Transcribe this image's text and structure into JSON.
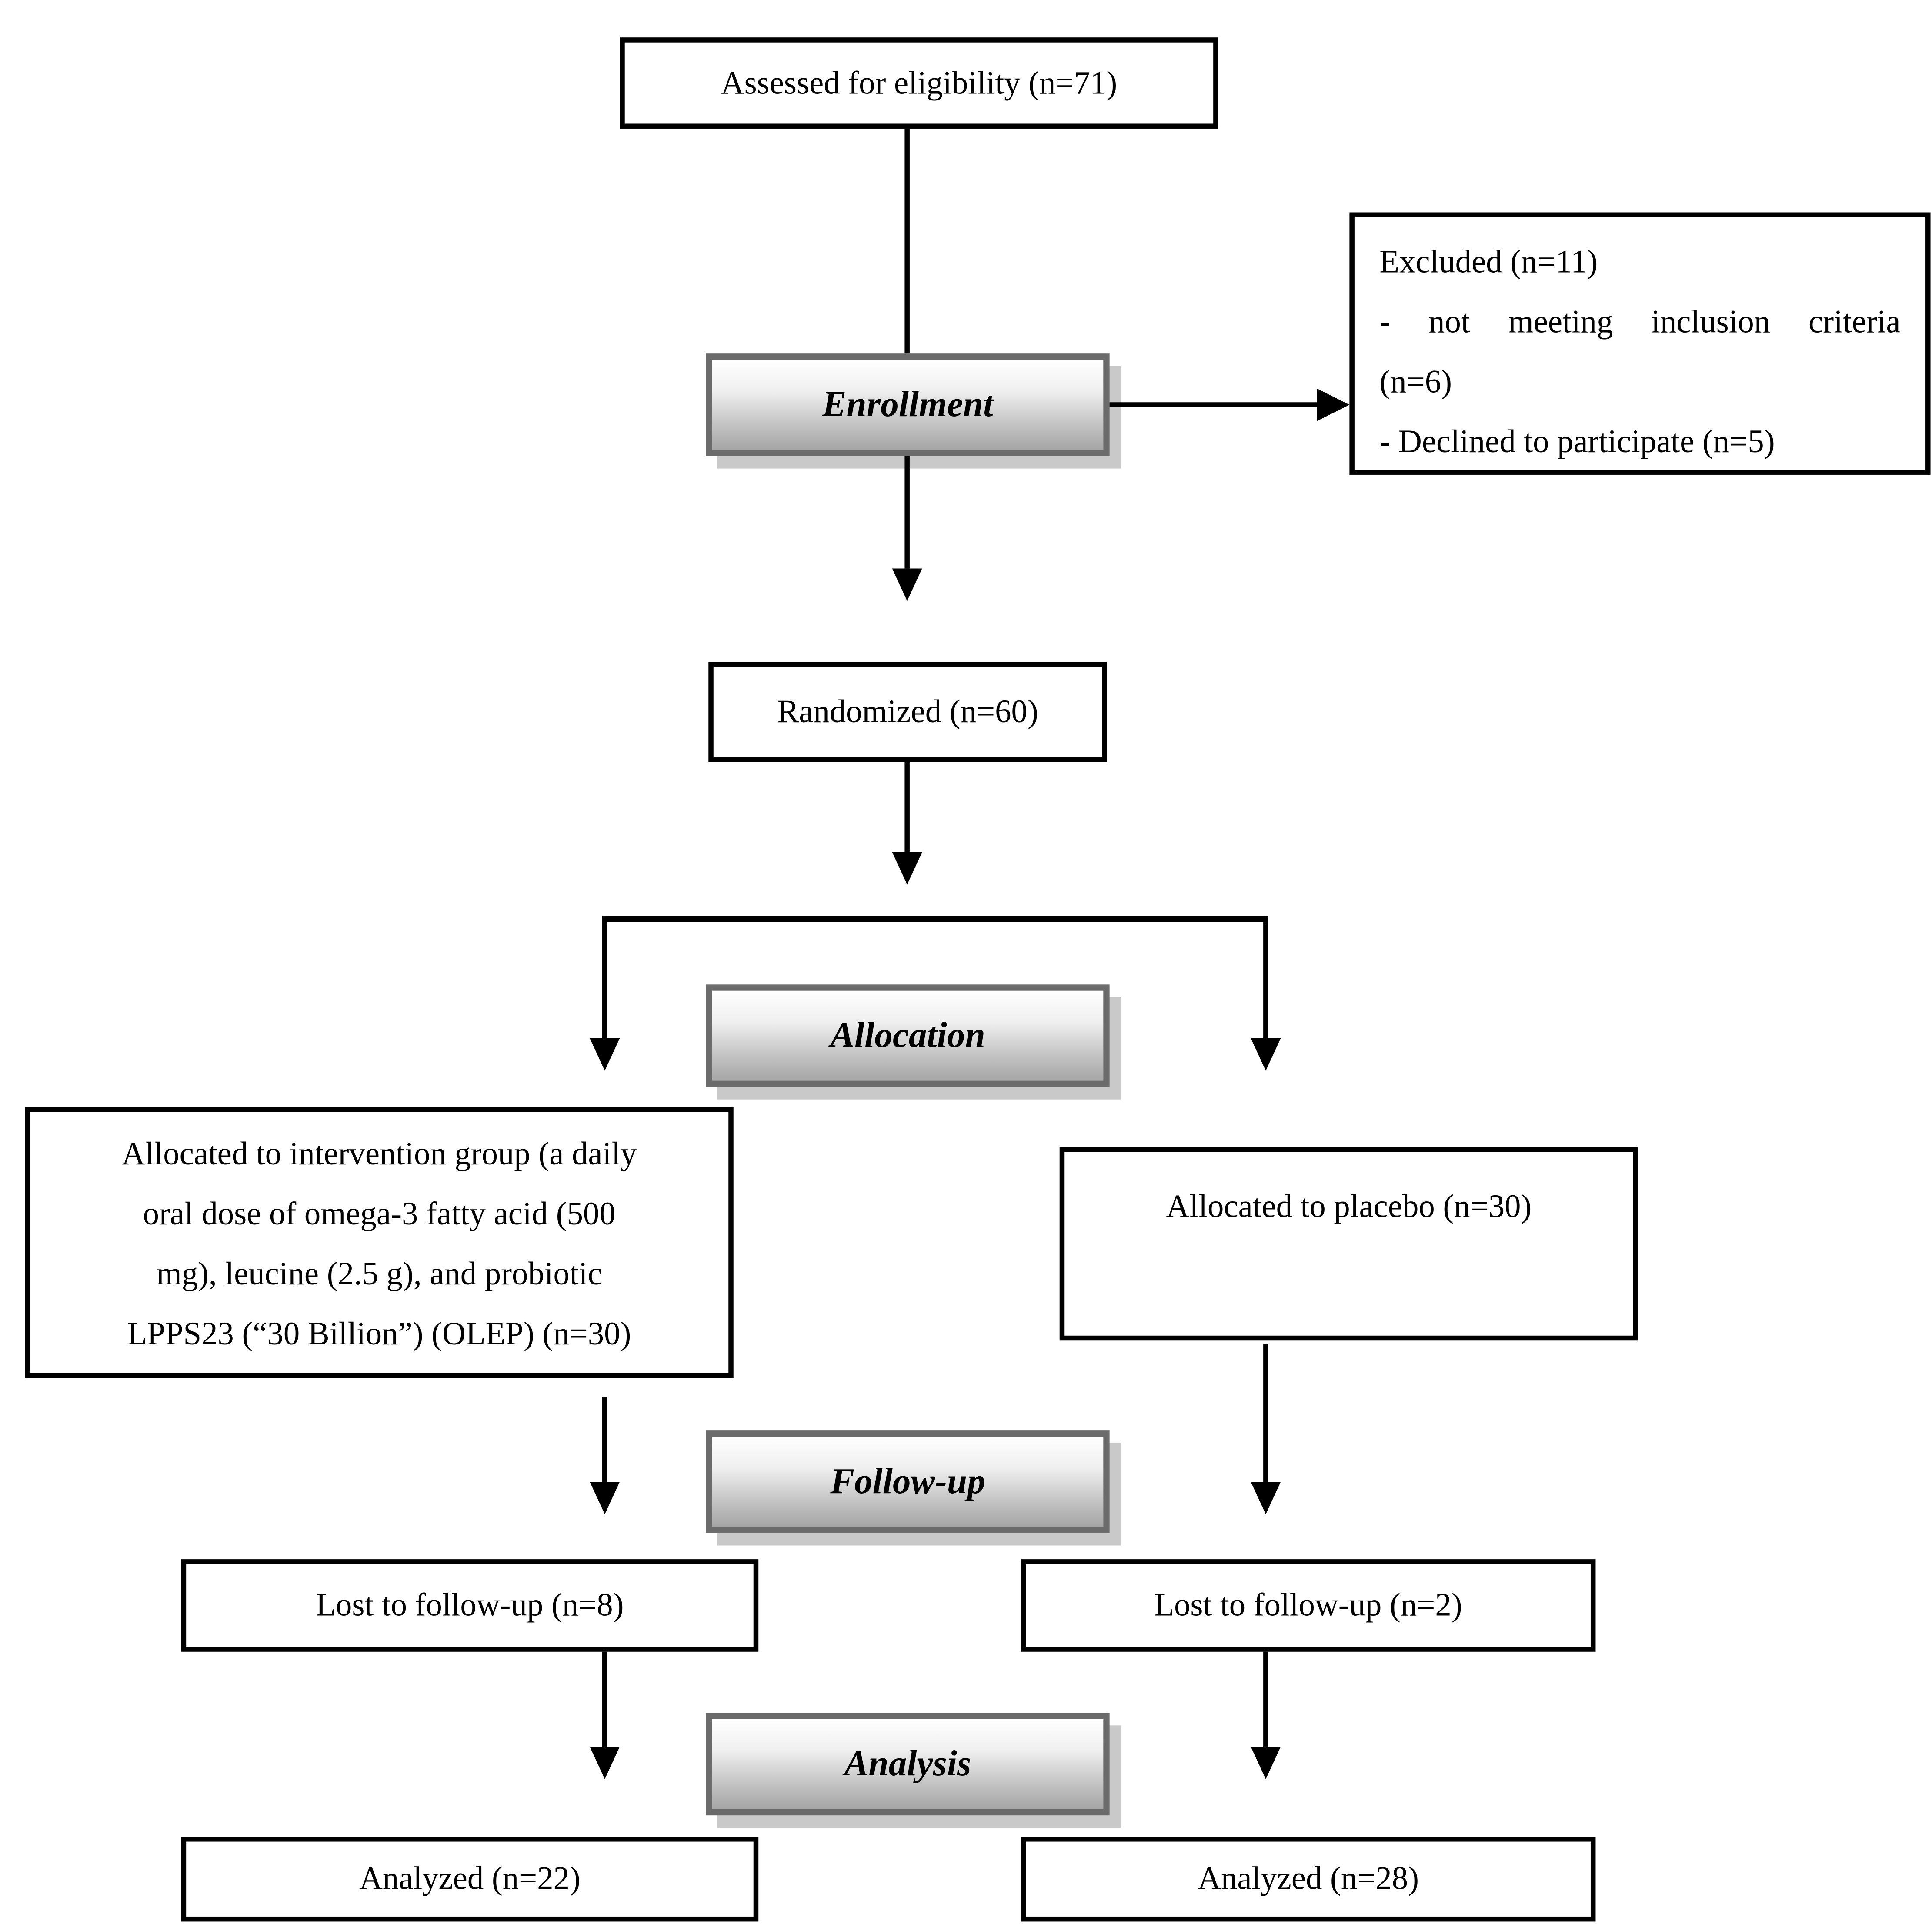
{
  "diagram": {
    "assessed": "Assessed for eligibility (n=71)",
    "excluded_lines": [
      "Excluded (n=11)",
      "- not meeting inclusion criteria",
      "(n=6)",
      "- Declined to participate (n=5)"
    ],
    "randomized": "Randomized (n=60)",
    "stages": {
      "enrollment": "Enrollment",
      "allocation": "Allocation",
      "followup": "Follow-up",
      "analysis": "Analysis"
    },
    "allocated_intervention_lines": [
      "Allocated to intervention group (a daily",
      "oral dose of omega-3 fatty acid (500",
      "mg), leucine (2.5 g), and probiotic",
      "LPPS23 (“30 Billion”) (OLEP) (n=30)"
    ],
    "allocated_placebo": "Allocated to placebo (n=30)",
    "lost_intervention": "Lost to follow-up (n=8)",
    "lost_placebo": "Lost to follow-up (n=2)",
    "analyzed_intervention": "Analyzed (n=22)",
    "analyzed_placebo": "Analyzed (n=28)"
  },
  "colors": {
    "line": "#000000",
    "box_border": "#000000",
    "text": "#000000",
    "background": "#ffffff",
    "stage_border": "#6b6b6b",
    "stage_gradient_top": "#ffffff",
    "stage_gradient_bottom": "#a5a5a5",
    "stage_shadow": "#c9c9c9"
  }
}
